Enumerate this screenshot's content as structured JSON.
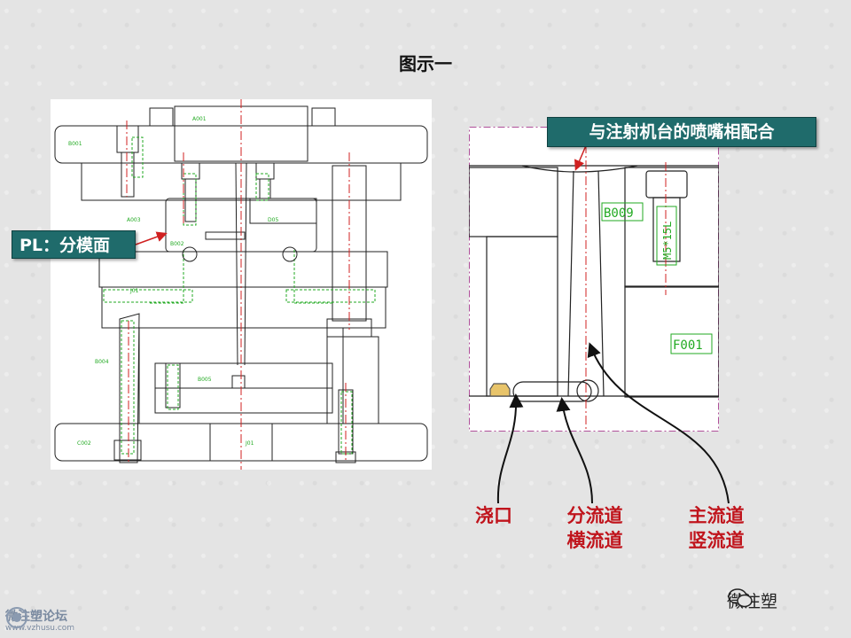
{
  "title": "图示一",
  "callouts": {
    "parting_line": "PL：分模面",
    "nozzle": "与注射机台的喷嘴相配合"
  },
  "labels": {
    "gate": "浇口",
    "runner_line1": "分流道",
    "runner_line2": "横流道",
    "sprue_line1": "主流道",
    "sprue_line2": "竖流道"
  },
  "drawing_codes": {
    "b009": "B009",
    "f001": "F001",
    "screw": "M5*15L"
  },
  "brand": {
    "wechat": "微注塑",
    "forum": "微注塑论坛",
    "forum_url": "www.vzhusu.com"
  },
  "colors": {
    "callout_bg": "#1f6b6b",
    "label_red": "#c0141c",
    "drawing_green": "#22aa22",
    "centerline_red": "#d02020",
    "frame_magenta": "#b0509a"
  }
}
